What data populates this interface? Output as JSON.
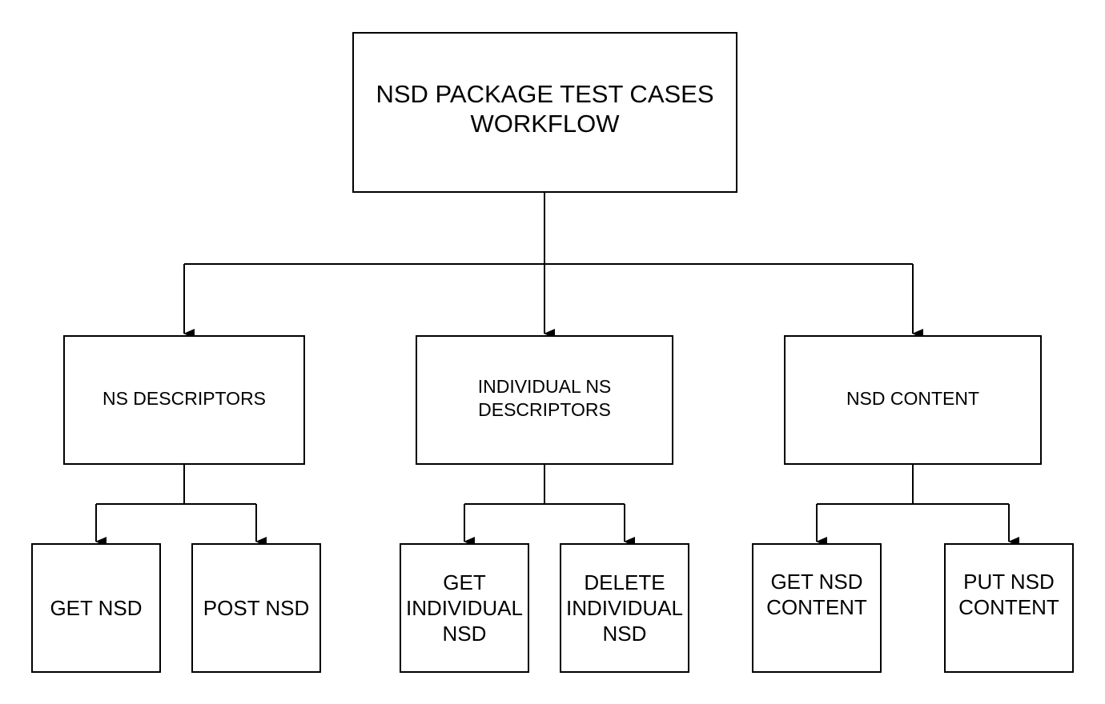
{
  "diagram": {
    "root": {
      "label": "NSD PACKAGE TEST CASES\nWORKFLOW"
    },
    "groups": [
      {
        "label": "NS DESCRIPTORS",
        "children": [
          {
            "label": "GET NSD"
          },
          {
            "label": "POST NSD"
          }
        ]
      },
      {
        "label": "INDIVIDUAL NS\nDESCRIPTORS",
        "children": [
          {
            "label": "GET\nINDIVIDUAL\nNSD"
          },
          {
            "label": "DELETE\nINDIVIDUAL\nNSD"
          }
        ]
      },
      {
        "label": "NSD CONTENT",
        "children": [
          {
            "label": "GET NSD\nCONTENT"
          },
          {
            "label": "PUT NSD\nCONTENT"
          }
        ]
      }
    ],
    "colors": {
      "stroke": "#000000",
      "fill": "#ffffff",
      "text": "#000000"
    }
  }
}
